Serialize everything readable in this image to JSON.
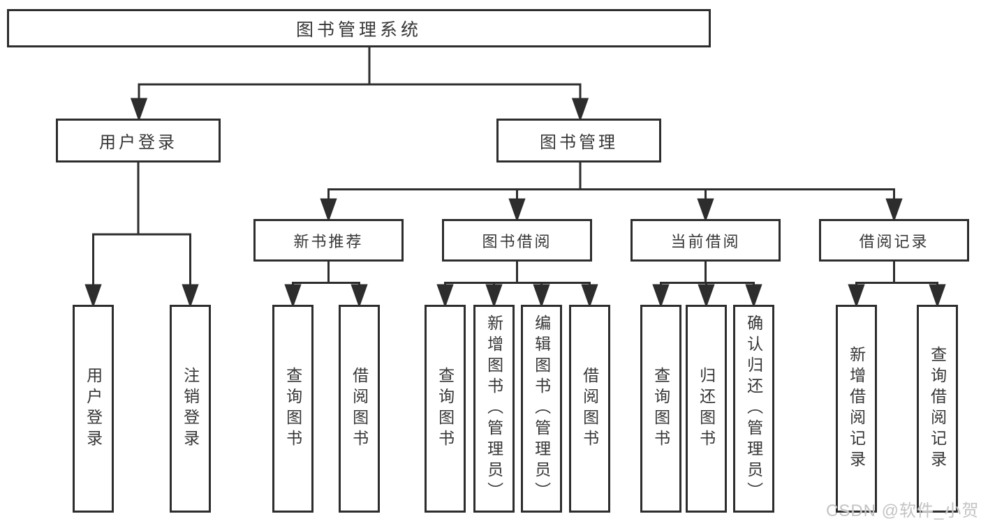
{
  "diagram": {
    "root": "图书管理系统",
    "user_login": {
      "label": "用户登录",
      "children": [
        "用户登录",
        "注销登录"
      ]
    },
    "book_management": {
      "label": "图书管理",
      "sections": [
        {
          "label": "新书推荐",
          "children": [
            "查询图书",
            "借阅图书"
          ]
        },
        {
          "label": "图书借阅",
          "children": [
            "查询图书",
            "新增图书（管理员）",
            "编辑图书（管理员）",
            "借阅图书"
          ]
        },
        {
          "label": "当前借阅",
          "children": [
            "查询图书",
            "归还图书",
            "确认归还（管理员）"
          ]
        },
        {
          "label": "借阅记录",
          "children": [
            "新增借阅记录",
            "查询借阅记录"
          ]
        }
      ]
    }
  },
  "watermark": "CSDN @软件_小贺同学",
  "colors": {
    "line": "#2d2d2d",
    "border": "#2d2d2d",
    "text": "#363636",
    "background": "#ffffff",
    "watermark": "#c3c3c3"
  }
}
